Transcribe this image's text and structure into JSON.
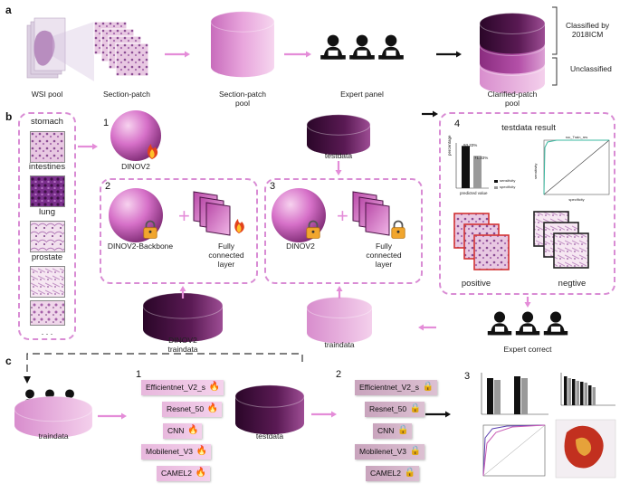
{
  "panels": {
    "a": "a",
    "b": "b",
    "c": "c"
  },
  "panel_a": {
    "wsi_pool": "WSI pool",
    "section_patch": "Section-patch",
    "section_patch_pool": "Section-patch\npool",
    "expert_panel": "Expert panel",
    "clarified_patch_pool": "Clarified-patch\npool",
    "classified_by": "Classified by\n2018ICM",
    "unclassified": "Unclassified"
  },
  "panel_b": {
    "tissues": [
      "stomach",
      "intestines",
      "lung",
      "prostate"
    ],
    "ellipsis": ". . .",
    "step1_num": "1",
    "dinov2": "DINOV2",
    "step2_num": "2",
    "dinov2_backbone": "DINOV2-Backbone",
    "fully_connected": "Fully\nconnected\nlayer",
    "step3_num": "3",
    "dinov2_step3": "DINOV2",
    "fully_connected_3": "Fully\nconnected\nlayer",
    "testdata": "testdata",
    "dinov2_traindata": "DINOV2\ntraindata",
    "traindata": "traindata",
    "step4_num": "4",
    "testdata_result": "testdata result",
    "positive": "positive",
    "negtive": "negtive",
    "expert_correct": "Expert correct"
  },
  "panel_c": {
    "traindata": "traindata",
    "step1_num": "1",
    "step2_num": "2",
    "step3_num": "3",
    "models": [
      "Efficientnet_V2_s",
      "Resnet_50",
      "CNN",
      "Mobilenet_V3",
      "CAMEL2"
    ],
    "testdata": "testdata"
  },
  "icons": {
    "fire": "fire-icon",
    "lock": "lock-icon",
    "expert": "expert-person-icon"
  },
  "colors": {
    "accent_pink": "#e48cd8",
    "dark_purple": "#3d0d3a",
    "dashed": "#d98cd4"
  },
  "chart_data": [
    {
      "type": "bar",
      "categories": [
        "",
        ""
      ],
      "values": [
        93.33,
        71.33
      ],
      "data_labels": [
        "93.33%",
        "71.33%"
      ],
      "ylabel": "percentage",
      "xlabel": "predicted value",
      "legend": [
        "sensitivity",
        "specificity"
      ],
      "ylim": [
        0,
        100
      ]
    },
    {
      "type": "line",
      "title": "roc_Train_res",
      "xlabel": "specificity",
      "ylabel": "sensitivity",
      "xlim": [
        0,
        1
      ],
      "ylim": [
        0,
        1
      ]
    }
  ]
}
